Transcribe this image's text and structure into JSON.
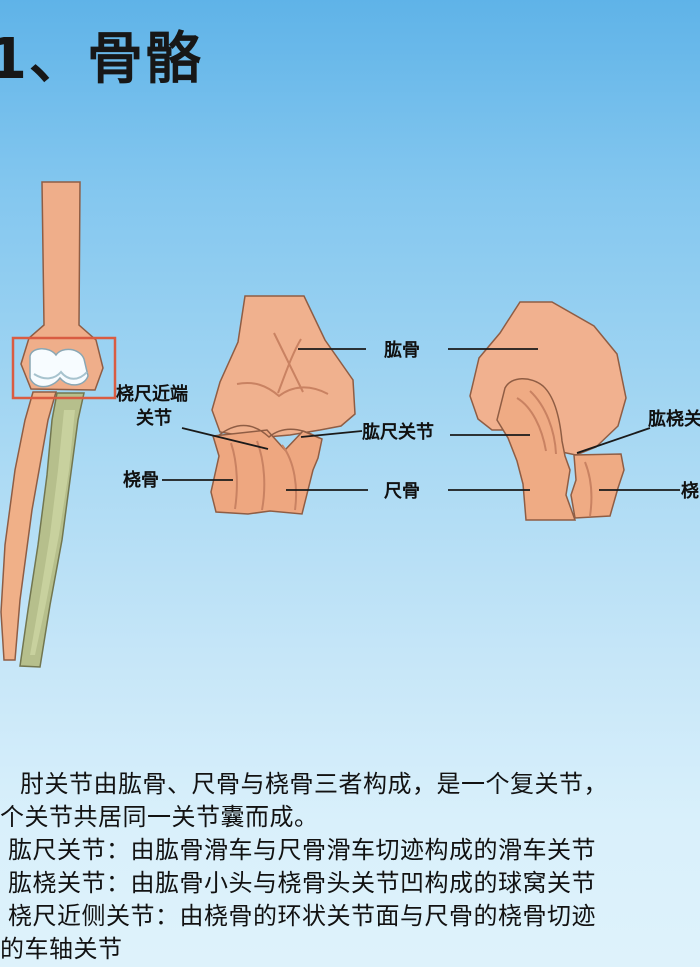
{
  "title": "1、骨骼",
  "labels": {
    "proximal_radioulnar_1": "桡尺近端",
    "proximal_radioulnar_2": "关节",
    "radius": "桡骨",
    "humerus": "肱骨",
    "humeroulnar_joint": "肱尺关节",
    "ulna": "尺骨",
    "humeroradial_joint_partial": "肱桡关",
    "radius_partial": "桡"
  },
  "description_lines": [
    "肘关节由肱骨、尺骨与桡骨三者构成，是一个复关节，",
    "个关节共居同一关节囊而成。",
    "肱尺关节：由肱骨滑车与尺骨滑车切迹构成的滑车关节",
    "肱桡关节：由肱骨小头与桡骨头关节凹构成的球窝关节",
    "桡尺近侧关节：由桡骨的环状关节面与尺骨的桡骨切迹",
    "的车轴关节"
  ],
  "colors": {
    "bone_fill": "#f2b58f",
    "bone_shadow": "#d98d67",
    "radius_fill": "#b9c08d",
    "highlight_box": "#d95c42",
    "joint_white": "#f5fbff"
  }
}
